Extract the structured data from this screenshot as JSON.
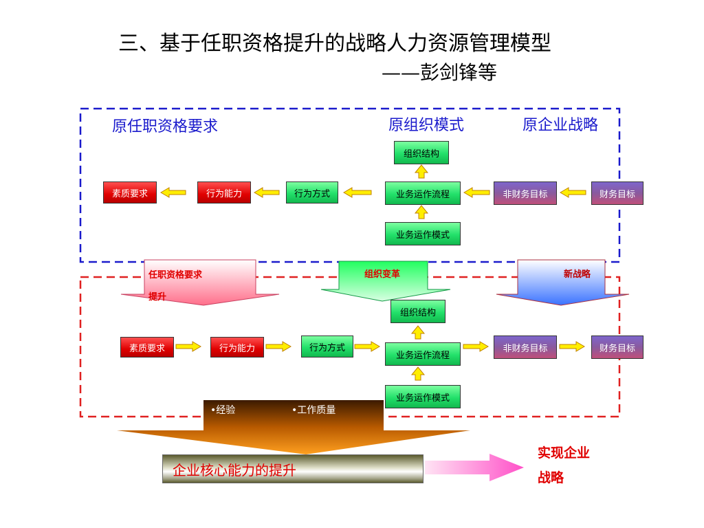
{
  "title": "三、基于任职资格提升的战略人力资源管理模型",
  "subtitle": "——彭剑锋等",
  "top": {
    "label_competency": "原任职资格要求",
    "label_org": "原组织模式",
    "label_strategy": "原企业战略",
    "nodes": {
      "quality": "素质要求",
      "ability": "行为能力",
      "behavior": "行为方式",
      "process": "业务运作流程",
      "structure": "组织结构",
      "mode": "业务运作模式",
      "nonfinancial": "非财务目标",
      "financial": "财务目标"
    }
  },
  "transitions": {
    "competency_up_line1": "任职资格要求",
    "competency_up_line2": "提升",
    "org_change": "组织变革",
    "new_strategy": "新战略"
  },
  "bottom": {
    "nodes": {
      "quality": "素质要求",
      "ability": "行为能力",
      "behavior": "行为方式",
      "process": "业务运作流程",
      "structure": "组织结构",
      "mode": "业务运作模式",
      "nonfinancial": "非财务目标",
      "financial": "财务目标"
    }
  },
  "funnel": {
    "bullet_experience": "•经验",
    "bullet_quality": "•工作质量"
  },
  "core_capability": "企业核心能力的提升",
  "goal_line1": "实现企业",
  "goal_line2": "战略",
  "colors": {
    "top_border": "#1a1acc",
    "bottom_border": "#e02020",
    "red_box": "#e00000",
    "green_box": "#22e06a",
    "purple_box": "#8a5a9e",
    "arrow_yellow": "#ffee00",
    "goal_text": "#e00000"
  }
}
